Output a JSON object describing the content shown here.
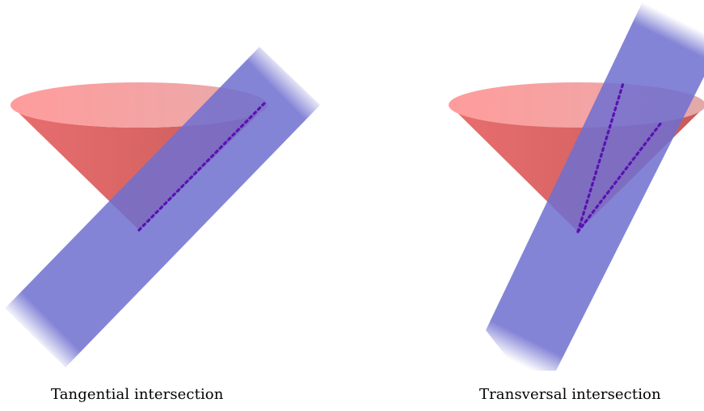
{
  "panels": [
    {
      "caption": "Tangential intersection",
      "type": "tangential",
      "intersection_lines": 1
    },
    {
      "caption": "Transversal intersection",
      "type": "transversal",
      "intersection_lines": 2
    }
  ],
  "colors": {
    "cone_fill": "#e46a6a",
    "cone_top": "#f6a5a5",
    "plane_fill": "#6f6fd0",
    "intersection_line": "#5a10b4",
    "caption_text": "#000000"
  }
}
